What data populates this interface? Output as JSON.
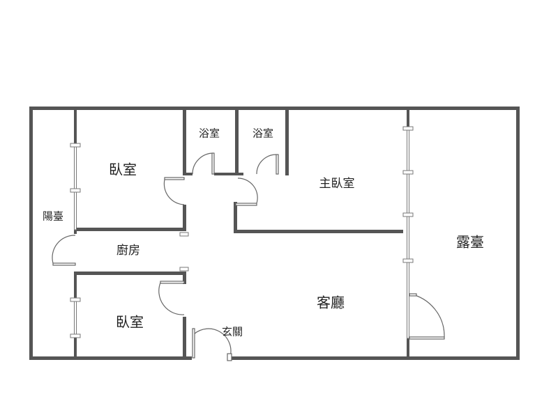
{
  "plan": {
    "rooms": {
      "bedroom_top": "臥室",
      "bathroom_1": "浴室",
      "bathroom_2": "浴室",
      "master_bedroom": "主臥室",
      "balcony": "陽臺",
      "kitchen": "廚房",
      "terrace": "露臺",
      "living_room": "客廳",
      "bedroom_bottom": "臥室",
      "entrance": "玄關"
    }
  }
}
